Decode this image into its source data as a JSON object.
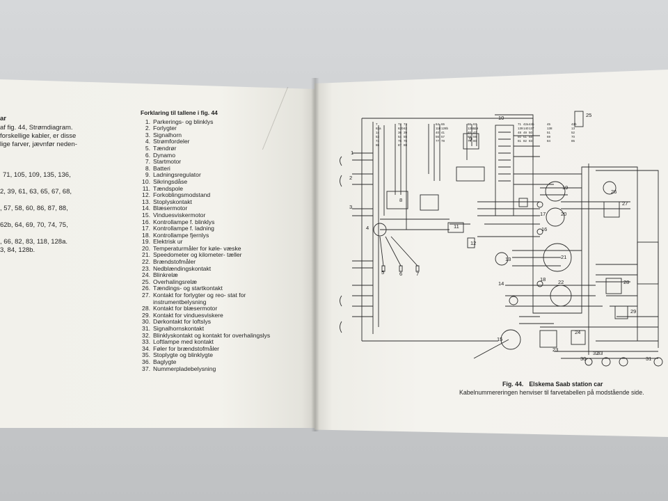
{
  "left_column": {
    "fragments": [
      "ar",
      "af fig. 44, Strømdiagram.",
      "forskellige kabler, er disse",
      "lige farver, jævnfør neden-",
      "71, 105, 109, 135, 136,",
      "2, 39, 61, 63, 65, 67, 68,",
      ", 57, 58, 60, 86, 87, 88,",
      "62b, 64, 69, 70, 74, 75,",
      ", 66, 82, 83, 118, 128a.",
      "3, 84, 128b."
    ]
  },
  "legend": {
    "title": "Forklaring til tallene i fig. 44",
    "items": [
      {
        "num": "1.",
        "text": "Parkerings- og blinklys"
      },
      {
        "num": "2.",
        "text": "Forlygter"
      },
      {
        "num": "3.",
        "text": "Signalhorn"
      },
      {
        "num": "4.",
        "text": "Strømfordeler"
      },
      {
        "num": "5.",
        "text": "Tændrør"
      },
      {
        "num": "6.",
        "text": "Dynamo"
      },
      {
        "num": "7.",
        "text": "Startmotor"
      },
      {
        "num": "8.",
        "text": "Batteri"
      },
      {
        "num": "9.",
        "text": "Ladningsregulator"
      },
      {
        "num": "10.",
        "text": "Sikringsdåse"
      },
      {
        "num": "11.",
        "text": "Tændspole"
      },
      {
        "num": "12.",
        "text": "Forkoblingsmodstand"
      },
      {
        "num": "13.",
        "text": "Stoplyskontakt"
      },
      {
        "num": "14.",
        "text": "Blæsermotor"
      },
      {
        "num": "15.",
        "text": "Vinduesviskermotor"
      },
      {
        "num": "16.",
        "text": "Kontrollampe f. blinklys"
      },
      {
        "num": "17.",
        "text": "Kontrollampe f. ladning"
      },
      {
        "num": "18.",
        "text": "Kontrollampe fjernlys"
      },
      {
        "num": "19.",
        "text": "Elektrisk ur"
      },
      {
        "num": "20.",
        "text": "Temperaturmåler for køle- væske"
      },
      {
        "num": "21.",
        "text": "Speedometer og kilometer- tæller"
      },
      {
        "num": "22.",
        "text": "Brændstofmåler"
      },
      {
        "num": "23.",
        "text": "Nedblændingskontakt"
      },
      {
        "num": "24.",
        "text": "Blinkrelæ"
      },
      {
        "num": "25.",
        "text": "Overhalingsrelæ"
      },
      {
        "num": "26.",
        "text": "Tændings- og startkontakt"
      },
      {
        "num": "27.",
        "text": "Kontakt for forlygter og reo- stat for instrumentbelysning"
      },
      {
        "num": "28.",
        "text": "Kontakt for blæsermotor"
      },
      {
        "num": "29.",
        "text": "Kontakt for vinduesviskere"
      },
      {
        "num": "30.",
        "text": "Dørkontakt for loftslys"
      },
      {
        "num": "31.",
        "text": "Signalhornskontakt"
      },
      {
        "num": "32.",
        "text": "Blinklyskontakt og kontakt for overhalingslys"
      },
      {
        "num": "33.",
        "text": "Loftlampe med kontakt"
      },
      {
        "num": "34.",
        "text": "Føler for brændstofmåler"
      },
      {
        "num": "35.",
        "text": "Stoplygte og blinklygte"
      },
      {
        "num": "36.",
        "text": "Baglygte"
      },
      {
        "num": "37.",
        "text": "Nummerpladebelysning"
      }
    ]
  },
  "diagram": {
    "component_labels": [
      "1",
      "2",
      "3",
      "4",
      "5",
      "6",
      "7",
      "8",
      "9",
      "10",
      "11",
      "12",
      "13",
      "14",
      "15",
      "16",
      "17",
      "18",
      "19",
      "20",
      "21",
      "22",
      "23",
      "24",
      "25",
      "26",
      "27",
      "28",
      "29",
      "30",
      "31",
      "32",
      "33"
    ],
    "wire_labels": [
      "7",
      "72",
      "73",
      "64",
      "65",
      "66",
      "67",
      "71",
      "42a",
      "44b",
      "45",
      "42b",
      "62a",
      "62b",
      "63",
      "118",
      "128b",
      "128a",
      "119",
      "139",
      "140",
      "137",
      "138",
      "13",
      "14",
      "36",
      "39",
      "40",
      "41",
      "46",
      "47",
      "48",
      "49",
      "50",
      "51",
      "52",
      "53",
      "54",
      "55",
      "56",
      "57",
      "58",
      "59",
      "60",
      "61",
      "68",
      "69",
      "70",
      "74",
      "75",
      "76",
      "77",
      "78",
      "79",
      "80",
      "81",
      "82",
      "83",
      "84",
      "85",
      "86",
      "87",
      "88"
    ]
  },
  "caption": {
    "fig_number": "Fig. 44.",
    "title": "Elskema Saab station car",
    "subtitle": "Kabelnummereringen henviser til farvetabellen på modstående side."
  },
  "colors": {
    "paper": "#f3f2ed",
    "ink": "#222222",
    "background": "#c9cbcd"
  }
}
